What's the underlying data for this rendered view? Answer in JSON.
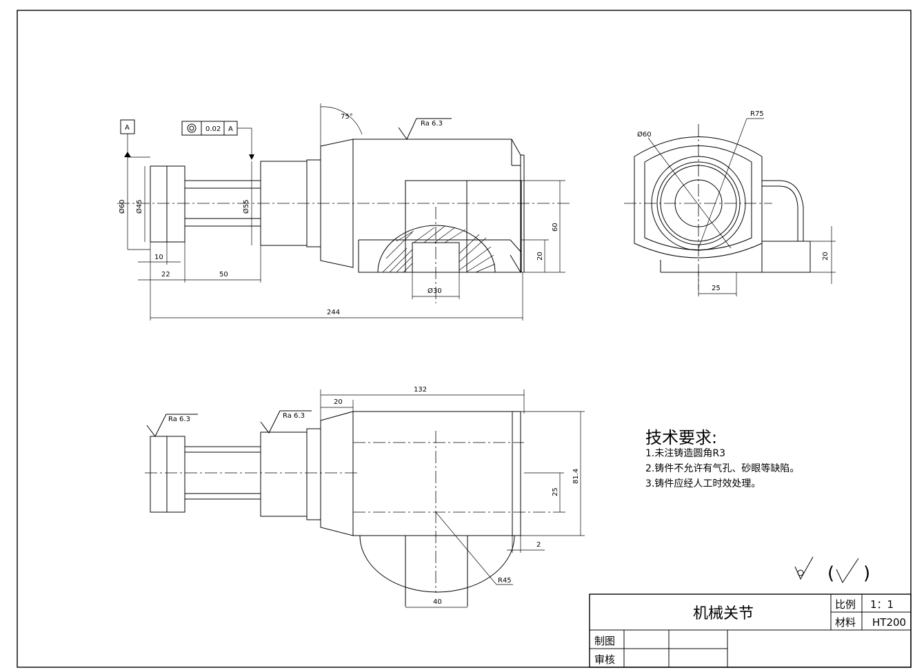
{
  "drawing": {
    "datum_label": "A",
    "tolerance": {
      "symbol": "◎",
      "value": "0.02",
      "datum": "A"
    },
    "roughness": [
      "Ra 6.3",
      "Ra 6.3",
      "Ra 6.3"
    ],
    "front_view": {
      "angle": "75°",
      "dims": {
        "d60": "Ø60",
        "d45": "Ø45",
        "d55": "Ø55",
        "d30": "Ø30",
        "len10": "10",
        "len22": "22",
        "len50": "50",
        "len244": "244",
        "h60": "60",
        "h20": "20"
      }
    },
    "side_view": {
      "d60": "Ø60",
      "r75": "R75",
      "w25": "25",
      "h20": "20"
    },
    "top_view": {
      "len20": "20",
      "len132": "132",
      "h81": "81.4",
      "h25": "25",
      "gap2": "2",
      "r45": "R45",
      "w40": "40"
    }
  },
  "notes": {
    "title": "技术要求:",
    "items": [
      "1.未注铸造圆角R3",
      "2.铸件不允许有气孔、砂眼等缺陷。",
      "3.铸件应经人工时效处理。"
    ]
  },
  "surface_symbol": {
    "paren_left": "(",
    "paren_right": ")"
  },
  "title_block": {
    "part_name": "机械关节",
    "scale_label": "比例",
    "scale_value": "1：1",
    "material_label": "材料",
    "material_value": "HT200",
    "drawn_label": "制图",
    "checked_label": "审核"
  }
}
